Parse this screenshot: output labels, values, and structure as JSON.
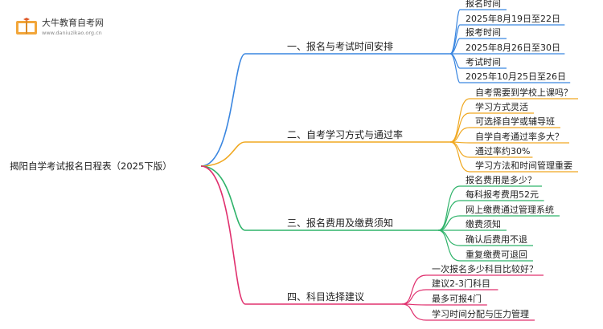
{
  "logo": {
    "title": "大牛教育自考网",
    "url": "www.daniuzikao.org.cn"
  },
  "root": {
    "label": "揭阳自学考试报名日程表（2025下版）"
  },
  "branches": [
    {
      "label": "一、报名与考试时间安排",
      "color": "#3a86e0",
      "leaves": [
        "报名时间",
        "2025年8月19日至22日",
        "报考时间",
        "2025年8月26日至30日",
        "考试时间",
        "2025年10月25日至26日"
      ]
    },
    {
      "label": "二、自考学习方式与通过率",
      "color": "#f0a820",
      "leaves": [
        "自考需要到学校上课吗？",
        "学习方式灵活",
        "可选择自学或辅导班",
        "自学自考通过率多大？",
        "通过率约30%",
        "学习方法和时间管理重要"
      ]
    },
    {
      "label": "三、报名费用及缴费须知",
      "color": "#2fb36a",
      "leaves": [
        "报名费用是多少？",
        "每科报考费用52元",
        "网上缴费通过管理系统",
        "缴费须知",
        "确认后费用不退",
        "重复缴费可退回"
      ]
    },
    {
      "label": "四、科目选择建议",
      "color": "#e0306e",
      "leaves": [
        "一次报名多少科目比较好？",
        "建议2-3门科目",
        "最多可报4门",
        "学习时间分配与压力管理"
      ]
    }
  ]
}
